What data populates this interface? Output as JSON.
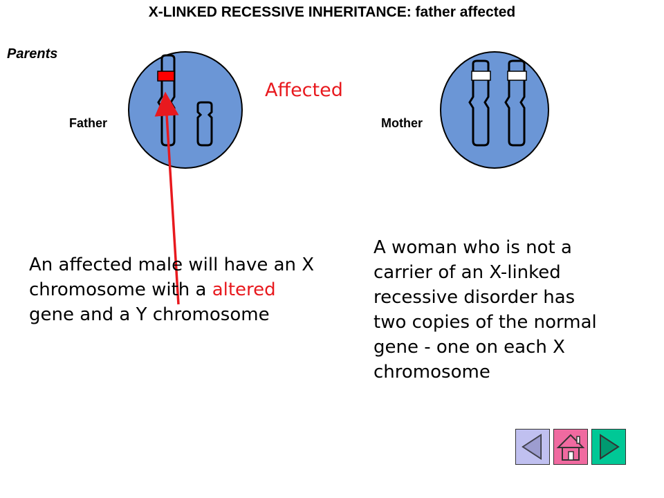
{
  "title": "X-LINKED RECESSIVE INHERITANCE: father affected",
  "parents_label": "Parents",
  "father_label": "Father",
  "mother_label": "Mother",
  "affected_label": "Affected",
  "father_text": {
    "part1": "An affected male will have an X chromosome with a ",
    "highlight": "altered",
    "part2": " gene and a Y  chromosome"
  },
  "mother_text": "A woman who is not a carrier of an X-linked recessive disorder has two copies of the normal gene - one on each X chromosome",
  "colors": {
    "cell": "#6b96d6",
    "altered_gene": "#ff0000",
    "normal_gene": "#ffffff",
    "arrow": "#e8191e",
    "nav_back": "#c0c0f0",
    "nav_home": "#f06aa0",
    "nav_forward": "#00c896"
  },
  "nav": {
    "back_icon": "left-triangle-icon",
    "home_icon": "house-icon",
    "forward_icon": "right-triangle-icon"
  }
}
